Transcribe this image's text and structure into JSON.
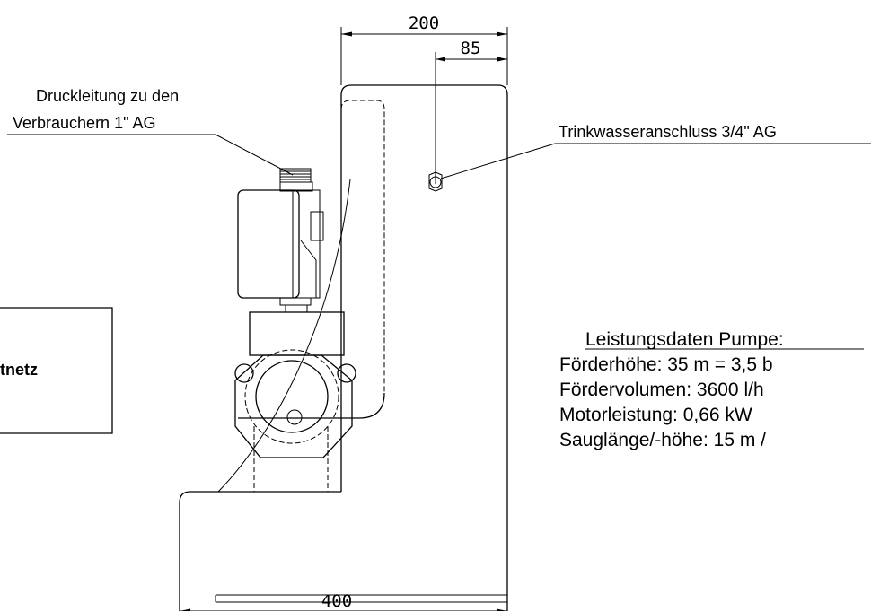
{
  "dimensions": {
    "overall_width": "200",
    "inlet_offset": "85",
    "base_width": "400"
  },
  "labels": {
    "pressure_line_1": "Druckleitung zu den",
    "pressure_line_2": "Verbrauchern 1\" AG",
    "drinking_water": "Trinkwasseranschluss 3/4\" AG",
    "box_fragment": "tnetz"
  },
  "performance": {
    "heading": "Leistungsdaten Pumpe:",
    "lines": [
      "Förderhöhe: 35 m = 3,5 b",
      "Fördervolumen: 3600 l/h",
      "Motorleistung: 0,66 kW",
      "Sauglänge/-höhe: 15 m /"
    ]
  }
}
